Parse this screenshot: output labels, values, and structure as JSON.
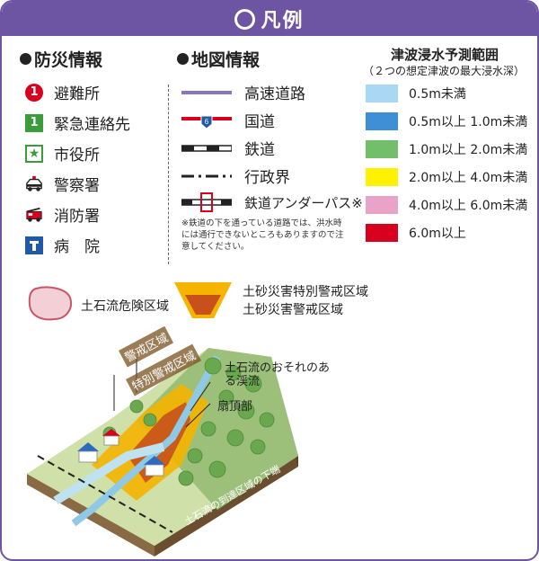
{
  "title": "凡例",
  "disaster_info": {
    "heading": "防災情報",
    "items": [
      {
        "label": "避難所",
        "icon": "evacuation-shelter-icon"
      },
      {
        "label": "緊急連絡先",
        "icon": "emergency-contact-icon"
      },
      {
        "label": "市役所",
        "icon": "city-hall-icon"
      },
      {
        "label": "警察署",
        "icon": "police-station-icon"
      },
      {
        "label": "消防署",
        "icon": "fire-station-icon"
      },
      {
        "label": "病　院",
        "icon": "hospital-icon"
      }
    ]
  },
  "map_info": {
    "heading": "地図情報",
    "items": [
      {
        "label": "高速道路",
        "icon": "expressway-line-icon"
      },
      {
        "label": "国道",
        "icon": "national-road-line-icon"
      },
      {
        "label": "鉄道",
        "icon": "railway-line-icon"
      },
      {
        "label": "行政界",
        "icon": "administrative-boundary-line-icon"
      },
      {
        "label": "鉄道アンダーパス※",
        "icon": "railway-underpass-icon"
      }
    ],
    "route_number": "6",
    "note": "※鉄道の下を通っている道路では、洪水時には通行できないところもありますので注意してください。"
  },
  "tsunami": {
    "heading": "津波浸水予測範囲",
    "subheading": "（２つの想定津波の最大浸水深）",
    "levels": [
      {
        "label": "0.5m未満",
        "color": "#a9d8f5"
      },
      {
        "label": "0.5m以上 1.0m未満",
        "color": "#3f8fd6"
      },
      {
        "label": "1.0m以上 2.0m未満",
        "color": "#73be6b"
      },
      {
        "label": "2.0m以上 4.0m未満",
        "color": "#fff200"
      },
      {
        "label": "4.0m以上 6.0m未満",
        "color": "#e8a3c6"
      },
      {
        "label": "6.0m以上",
        "color": "#d7001e"
      }
    ]
  },
  "landslide": {
    "debris_flow_area": "土石流危険区域",
    "special_warning_zone": "土砂災害特別警戒区域",
    "warning_zone": "土砂災害警戒区域"
  },
  "illustration": {
    "label_warning": "警戒区域",
    "label_special": "特別警戒区域",
    "label_stream": "土石流のおそれのある渓流",
    "label_apex": "扇頂部",
    "label_lowerend": "土石流の到達区域の下端"
  }
}
